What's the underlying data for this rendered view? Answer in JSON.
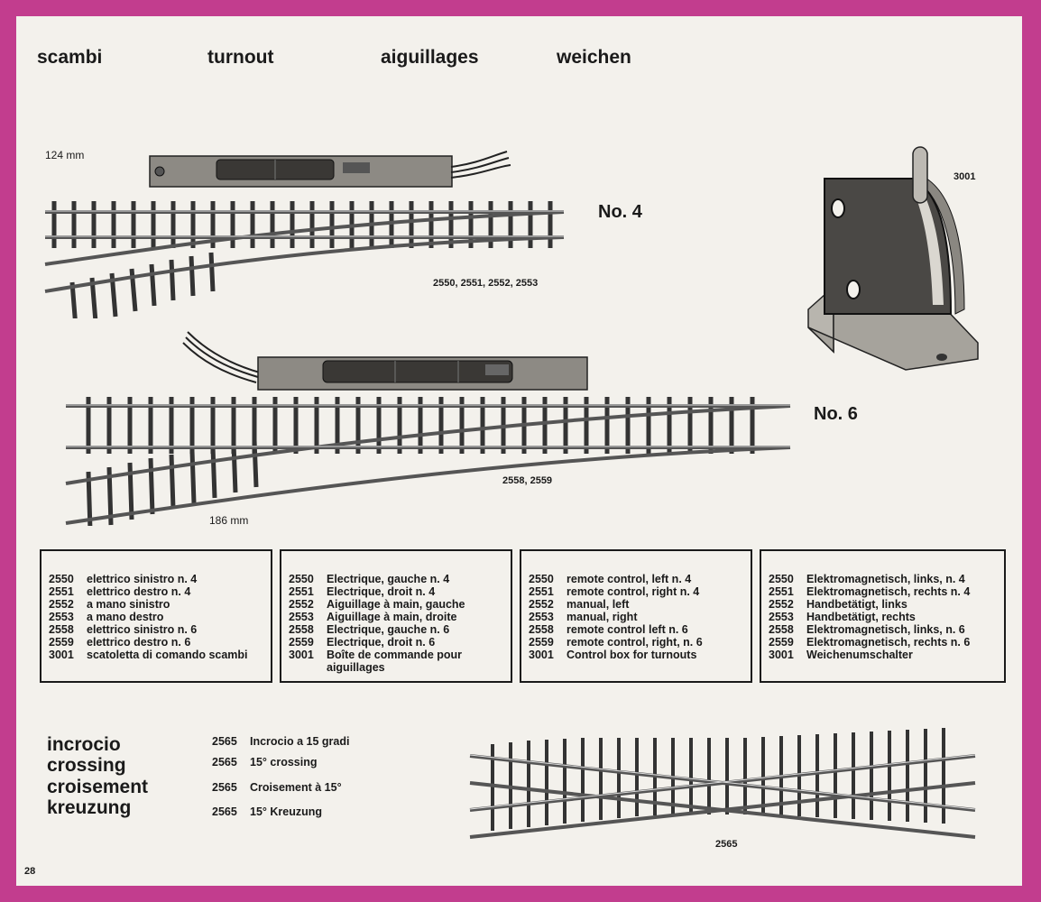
{
  "headings": [
    "scambi",
    "turnout",
    "aiguillages",
    "weichen"
  ],
  "turnout4": {
    "length": "124 mm",
    "title": "No. 4",
    "codes": "2550, 2551, 2552, 2553"
  },
  "turnout6": {
    "length": "186 mm",
    "title": "No. 6",
    "codes": "2558, 2559"
  },
  "control_box": {
    "code": "3001"
  },
  "lists": [
    {
      "lang": "it",
      "rows": [
        {
          "n": "2550",
          "d": "elettrico sinistro n. 4"
        },
        {
          "n": "2551",
          "d": "elettrico destro n. 4"
        },
        {
          "n": "2552",
          "d": "a mano sinistro"
        },
        {
          "n": "2553",
          "d": "a mano destro"
        },
        {
          "n": "2558",
          "d": "elettrico sinistro n. 6"
        },
        {
          "n": "2559",
          "d": "elettrico destro n. 6"
        },
        {
          "n": "3001",
          "d": "scatoletta di comando scambi"
        }
      ]
    },
    {
      "lang": "fr",
      "rows": [
        {
          "n": "2550",
          "d": "Electrique, gauche n. 4"
        },
        {
          "n": "2551",
          "d": "Electrique, droit n. 4"
        },
        {
          "n": "2552",
          "d": "Aiguillage à main, gauche"
        },
        {
          "n": "2553",
          "d": "Aiguillage à main, droite"
        },
        {
          "n": "2558",
          "d": "Electrique, gauche n. 6"
        },
        {
          "n": "2559",
          "d": "Electrique, droit n. 6"
        },
        {
          "n": "3001",
          "d": "Boîte de commande pour aiguillages"
        }
      ]
    },
    {
      "lang": "en",
      "rows": [
        {
          "n": "2550",
          "d": "remote control, left n. 4"
        },
        {
          "n": "2551",
          "d": "remote control, right n. 4"
        },
        {
          "n": "2552",
          "d": "manual, left"
        },
        {
          "n": "2553",
          "d": "manual, right"
        },
        {
          "n": "2558",
          "d": "remote control left n. 6"
        },
        {
          "n": "2559",
          "d": "remote control, right, n. 6"
        },
        {
          "n": "3001",
          "d": "Control box for turnouts"
        }
      ]
    },
    {
      "lang": "de",
      "rows": [
        {
          "n": "2550",
          "d": "Elektromagnetisch, links, n. 4"
        },
        {
          "n": "2551",
          "d": "Elektromagnetisch, rechts n. 4"
        },
        {
          "n": "2552",
          "d": "Handbetätigt, links"
        },
        {
          "n": "2553",
          "d": "Handbetätigt, rechts"
        },
        {
          "n": "2558",
          "d": "Elektromagnetisch, links, n. 6"
        },
        {
          "n": "2559",
          "d": "Elektromagnetisch, rechts n. 6"
        },
        {
          "n": "3001",
          "d": "Weichenumschalter"
        }
      ]
    }
  ],
  "crossing": {
    "titles": [
      "incrocio",
      "crossing",
      "croisement",
      "kreuzung"
    ],
    "rows": [
      {
        "n": "2565",
        "d": "Incrocio a 15 gradi"
      },
      {
        "n": "2565",
        "d": "15° crossing"
      },
      {
        "n": "2565",
        "d": "Croisement à 15°"
      },
      {
        "n": "2565",
        "d": "15° Kreuzung"
      }
    ],
    "code": "2565"
  },
  "page_number": "28"
}
